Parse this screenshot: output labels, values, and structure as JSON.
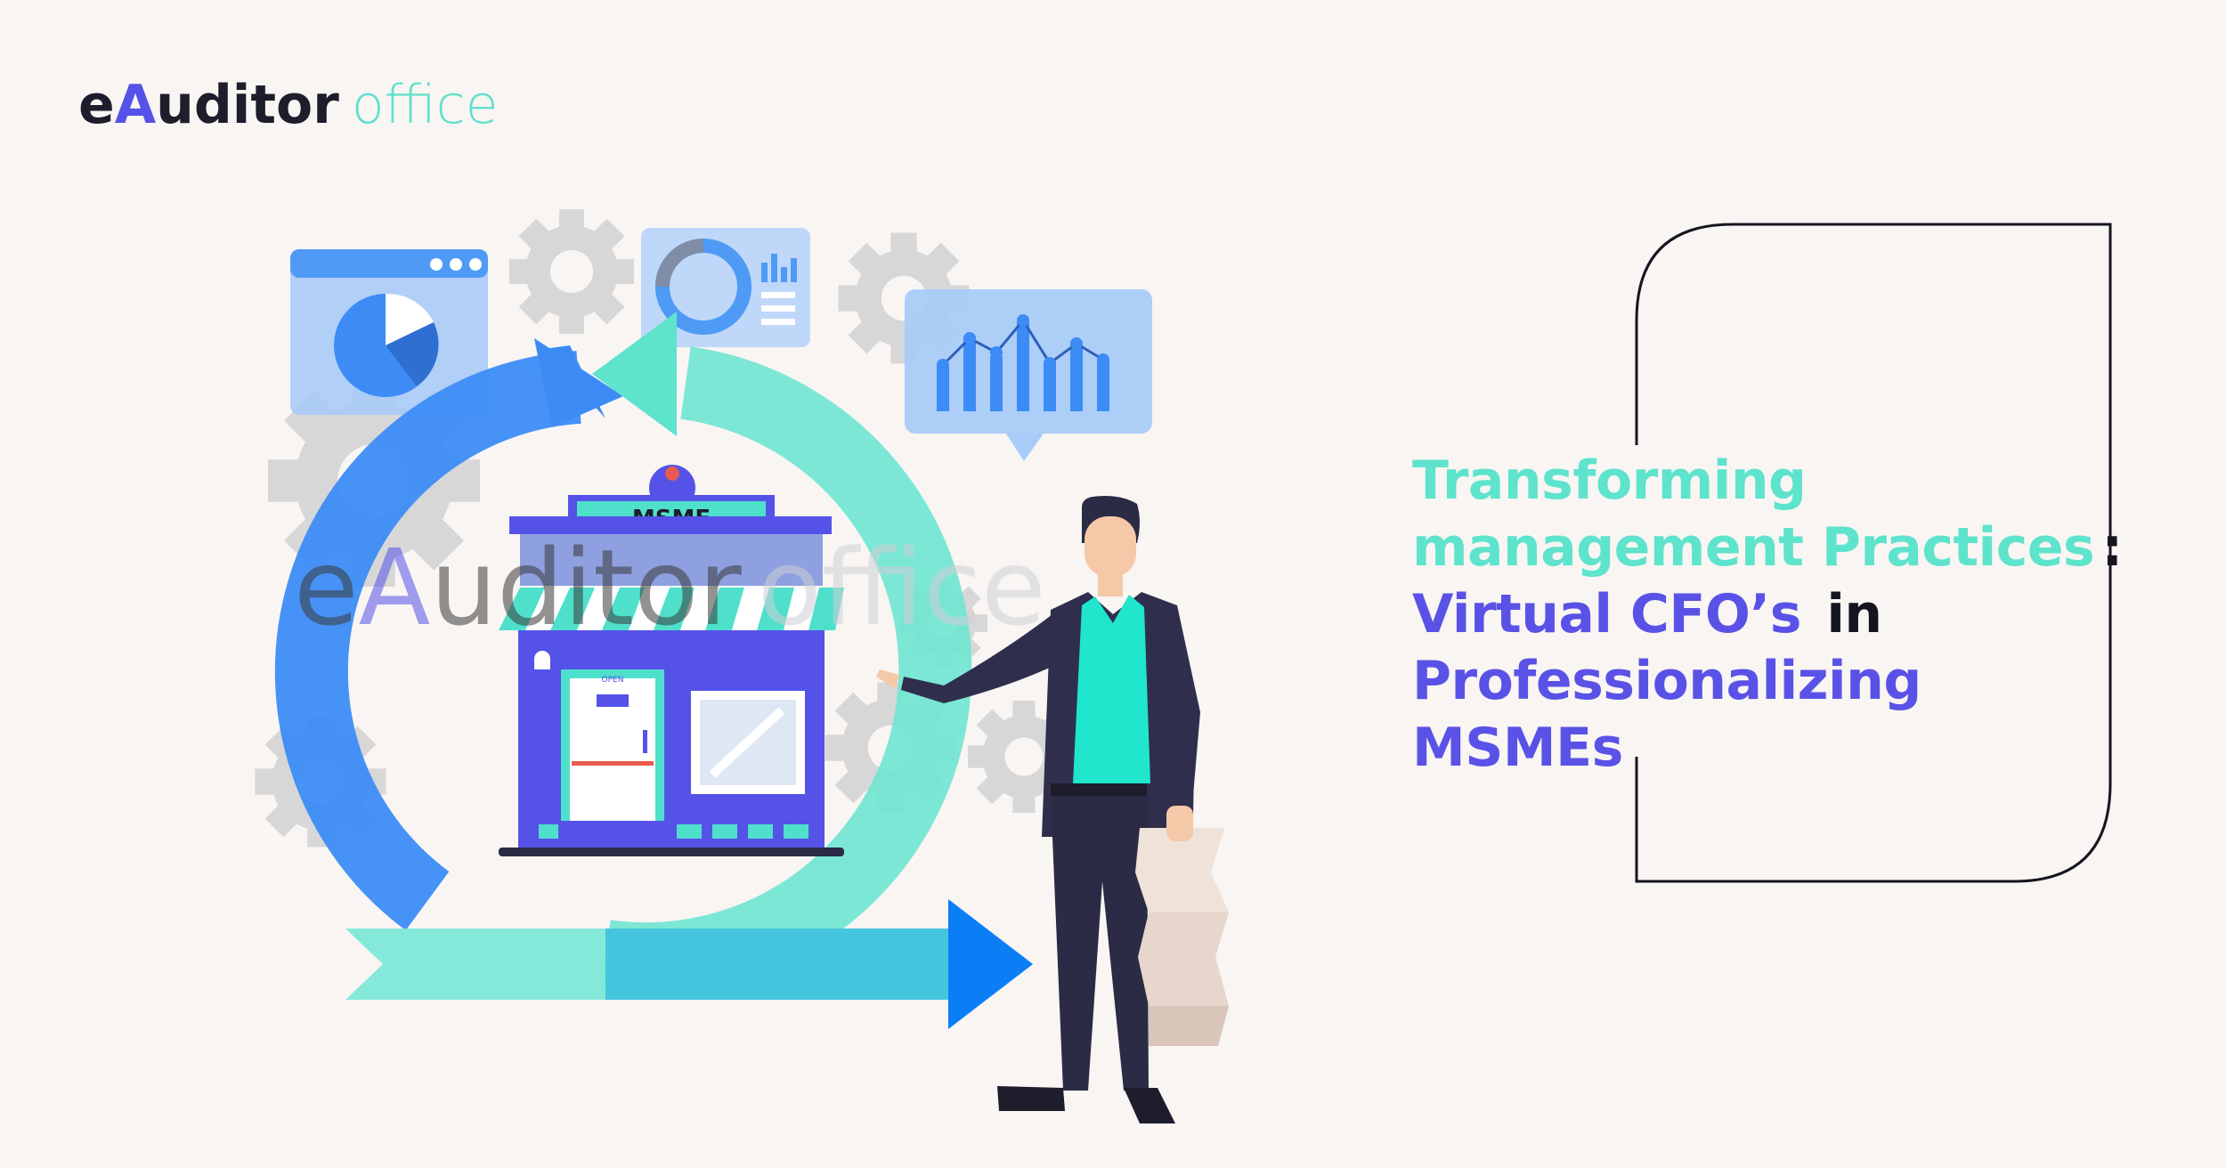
{
  "brand": {
    "logo_e": "e",
    "logo_a": "A",
    "logo_uditor": "uditor",
    "logo_office": "office"
  },
  "watermark": {
    "e": "e",
    "a": "A",
    "uditor": "uditor",
    "office": "office"
  },
  "illustration": {
    "store_sign": "MSME",
    "door_sign": "OPEN"
  },
  "headline": {
    "line1": "Transforming",
    "line2_teal": "management Practices",
    "line2_dark": ":",
    "line3_purple": "Virtual CFO’s",
    "line3_dark": "in",
    "line4": "Professionalizing",
    "line5": "MSMEs"
  },
  "colors": {
    "teal": "#5ee3cc",
    "purple": "#5a52e6",
    "dark": "#15151f",
    "blue": "#3d8cf5",
    "background": "#f8f5f3"
  }
}
